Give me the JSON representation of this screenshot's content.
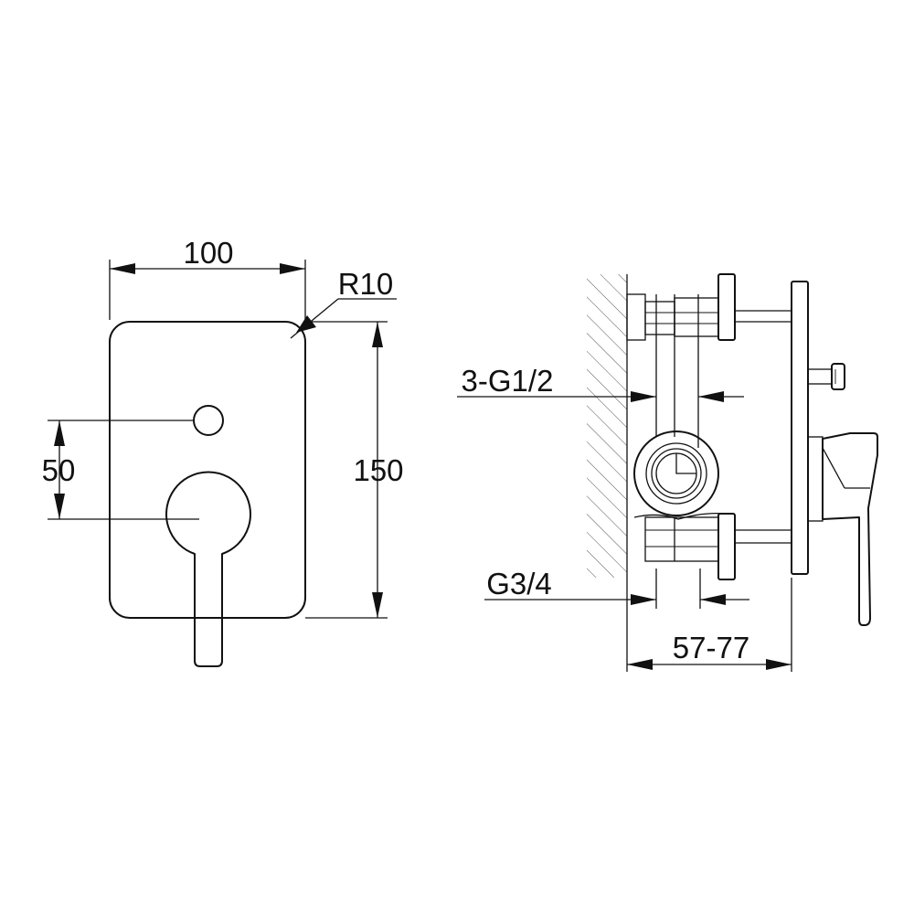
{
  "front_view": {
    "width_dim": "100",
    "radius_dim": "R10",
    "height_dim": "150",
    "spacing_dim": "50"
  },
  "side_view": {
    "outlet_thread_dim": "3-G1/2",
    "inlet_thread_dim": "G3/4",
    "depth_range_dim": "57-77"
  }
}
